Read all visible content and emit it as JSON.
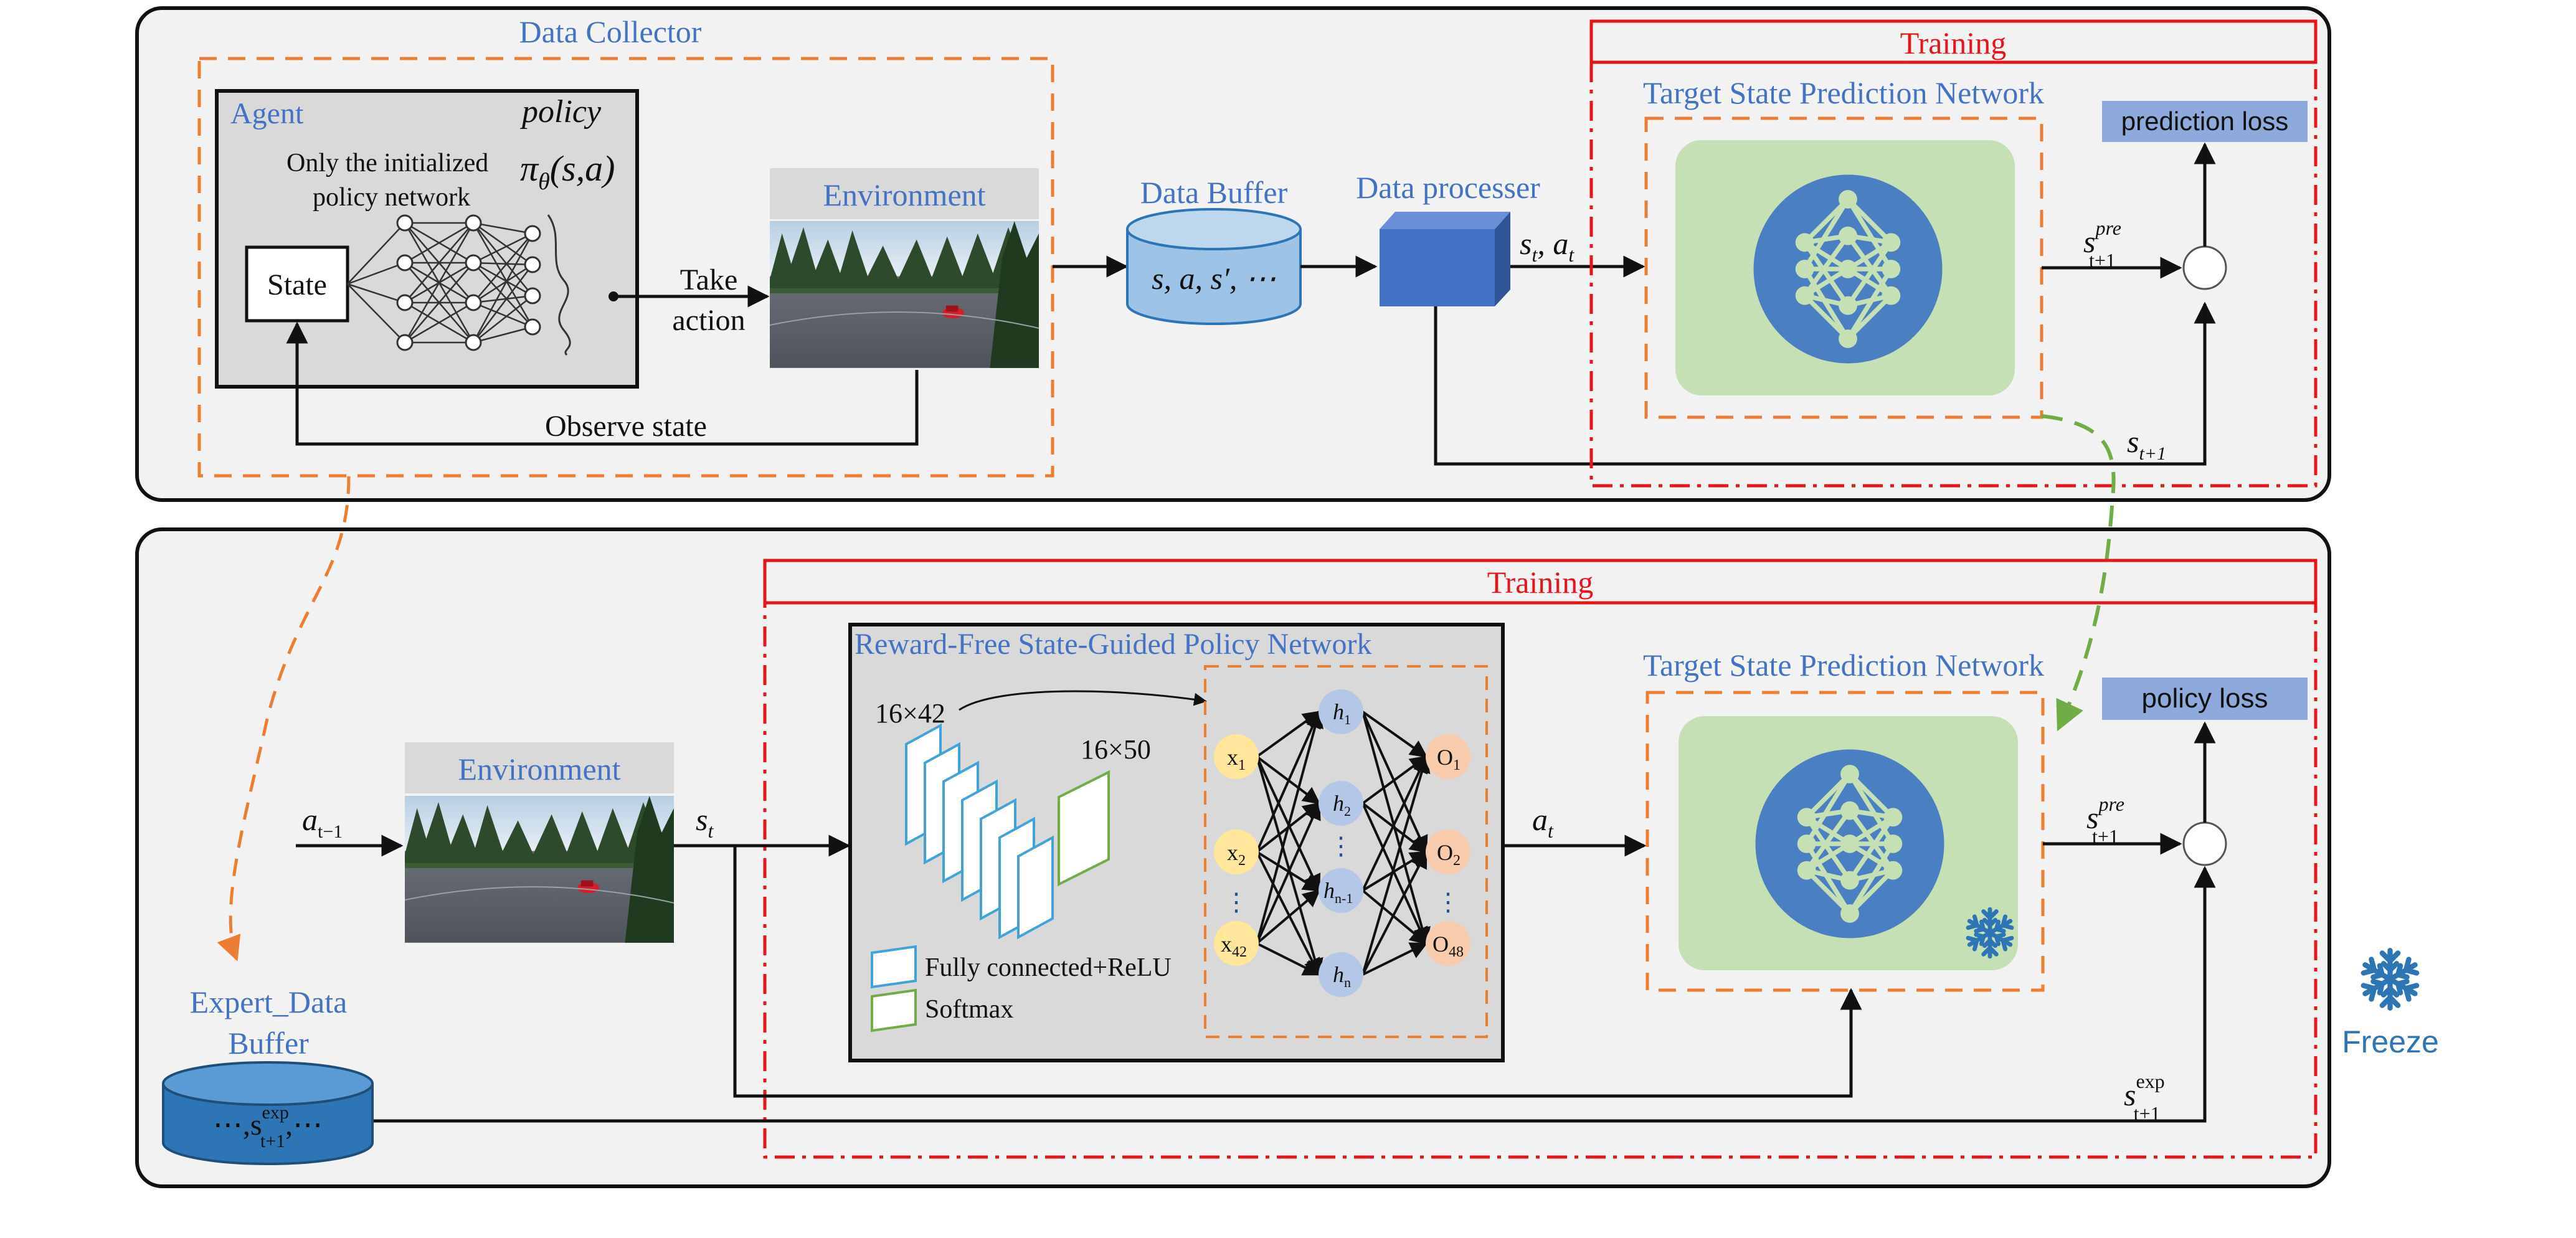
{
  "top": {
    "data_collector": "Data Collector",
    "agent": "Agent",
    "policy_word": "policy",
    "policy_formula": "π",
    "policy_formula_sub": "θ",
    "policy_formula_args": "(s,a)",
    "init_line1": "Only the initialized",
    "init_line2": "policy network",
    "state": "State",
    "take_action_1": "Take",
    "take_action_2": "action",
    "environment": "Environment",
    "observe_state": "Observe state",
    "data_buffer": "Data Buffer",
    "buffer_contents": "s, a, s′, ⋯",
    "data_processer": "Data processer",
    "sa_label": "s",
    "sa_sub": "t",
    "sa_comma": ", a",
    "sa_sub2": "t",
    "training": "Training",
    "tspn": "Target State Prediction Network",
    "prediction_loss": "prediction loss",
    "s_pre": "s",
    "s_pre_sup": "pre",
    "s_pre_sub": "t+1",
    "s_next": "s",
    "s_next_sub": "t+1"
  },
  "bottom": {
    "training": "Training",
    "rfsg": "Reward-Free State-Guided  Policy Network",
    "dim1": "16×42",
    "dim2": "16×50",
    "legend_fc": "Fully connected+ReLU",
    "legend_softmax": "Softmax",
    "inputs": [
      {
        "base": "x",
        "sub": "1"
      },
      {
        "base": "x",
        "sub": "2"
      },
      {
        "base": "x",
        "sub": "42"
      }
    ],
    "hidden": [
      {
        "base": "h",
        "sub": "1"
      },
      {
        "base": "h",
        "sub": "2"
      },
      {
        "base": "h",
        "sub": "n-1"
      },
      {
        "base": "h",
        "sub": "n"
      }
    ],
    "outputs": [
      {
        "base": "O",
        "sub": "1"
      },
      {
        "base": "O",
        "sub": "2"
      },
      {
        "base": "O",
        "sub": "48"
      }
    ],
    "dots": "⋮",
    "environment": "Environment",
    "a_prev": "a",
    "a_prev_sub": "t−1",
    "s_t": "s",
    "s_t_sub": "t",
    "a_t": "a",
    "a_t_sub": "t",
    "tspn": "Target State Prediction Network",
    "policy_loss": "policy loss",
    "s_pre": "s",
    "s_pre_sup": "pre",
    "s_pre_sub": "t+1",
    "s_exp": "s",
    "s_exp_sup": "exp",
    "s_exp_sub": "t+1",
    "expert_1": "Expert_Data",
    "expert_2": "Buffer",
    "expert_contents_pre": "⋯,s",
    "expert_contents_sup": "exp",
    "expert_contents_sub": "t+1",
    "expert_contents_post": ",⋯",
    "freeze": "Freeze"
  },
  "colors": {
    "frame_bg": "#F2F2F2",
    "orange_dash": "#ED7D31",
    "red_dash": "#E8141B",
    "green_dash": "#70AD47",
    "title_blue": "#4472C4",
    "loss_box": "#8EA9DB",
    "network_green": "#C5E0B4",
    "network_blue": "#4A7FC1",
    "node_yellow": "#FFE699",
    "node_blue": "#B4C7E7",
    "node_orange": "#F8CBAD",
    "cylinder_blue": "#9DC3E6",
    "cylinder_dark": "#2E75B6",
    "cube_blue": "#4472C4",
    "freeze_blue": "#2E75B6"
  }
}
